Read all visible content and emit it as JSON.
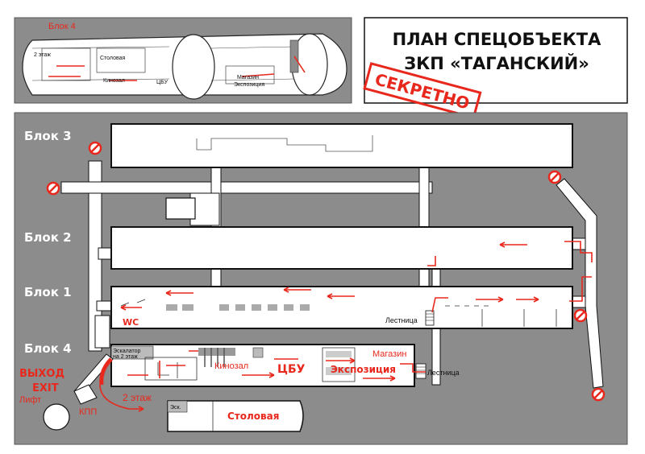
{
  "title": {
    "line1": "ПЛАН СПЕЦОБЪЕКТА",
    "line2": "ЗКП «ТАГАНСКИЙ»"
  },
  "stamp": "СЕКРЕТНО",
  "inset": {
    "block_label": "Блок 4",
    "floor2": "2 этаж",
    "canteen": "Столовая",
    "cinema": "Кинозал",
    "cbu": "ЦБУ",
    "shop": "Магазин",
    "exposition": "Экспозиция"
  },
  "blocks": {
    "block3": "Блок 3",
    "block2": "Блок 2",
    "block1": "Блок 1",
    "block4": "Блок 4"
  },
  "labels": {
    "wc": "WC",
    "stairs1": "Лестница",
    "stairs2": "Лестница",
    "exit_ru": "ВЫХОД",
    "exit_en": "EXIT",
    "lift": "Лифт",
    "kpp": "КПП",
    "floor2": "2 этаж",
    "escalator_line1": "Эскалатор",
    "escalator_line2": "на 2 этаж",
    "cinema": "Кинозал",
    "cbu": "ЦБУ",
    "shop": "Магазин",
    "exposition": "Экспозиция",
    "canteen": "Столовая",
    "esc_small": "Эск."
  },
  "colors": {
    "panel": "#8c8c8c",
    "accent": "#e8281d",
    "corridor": "#ffffff",
    "outline": "#111111"
  }
}
